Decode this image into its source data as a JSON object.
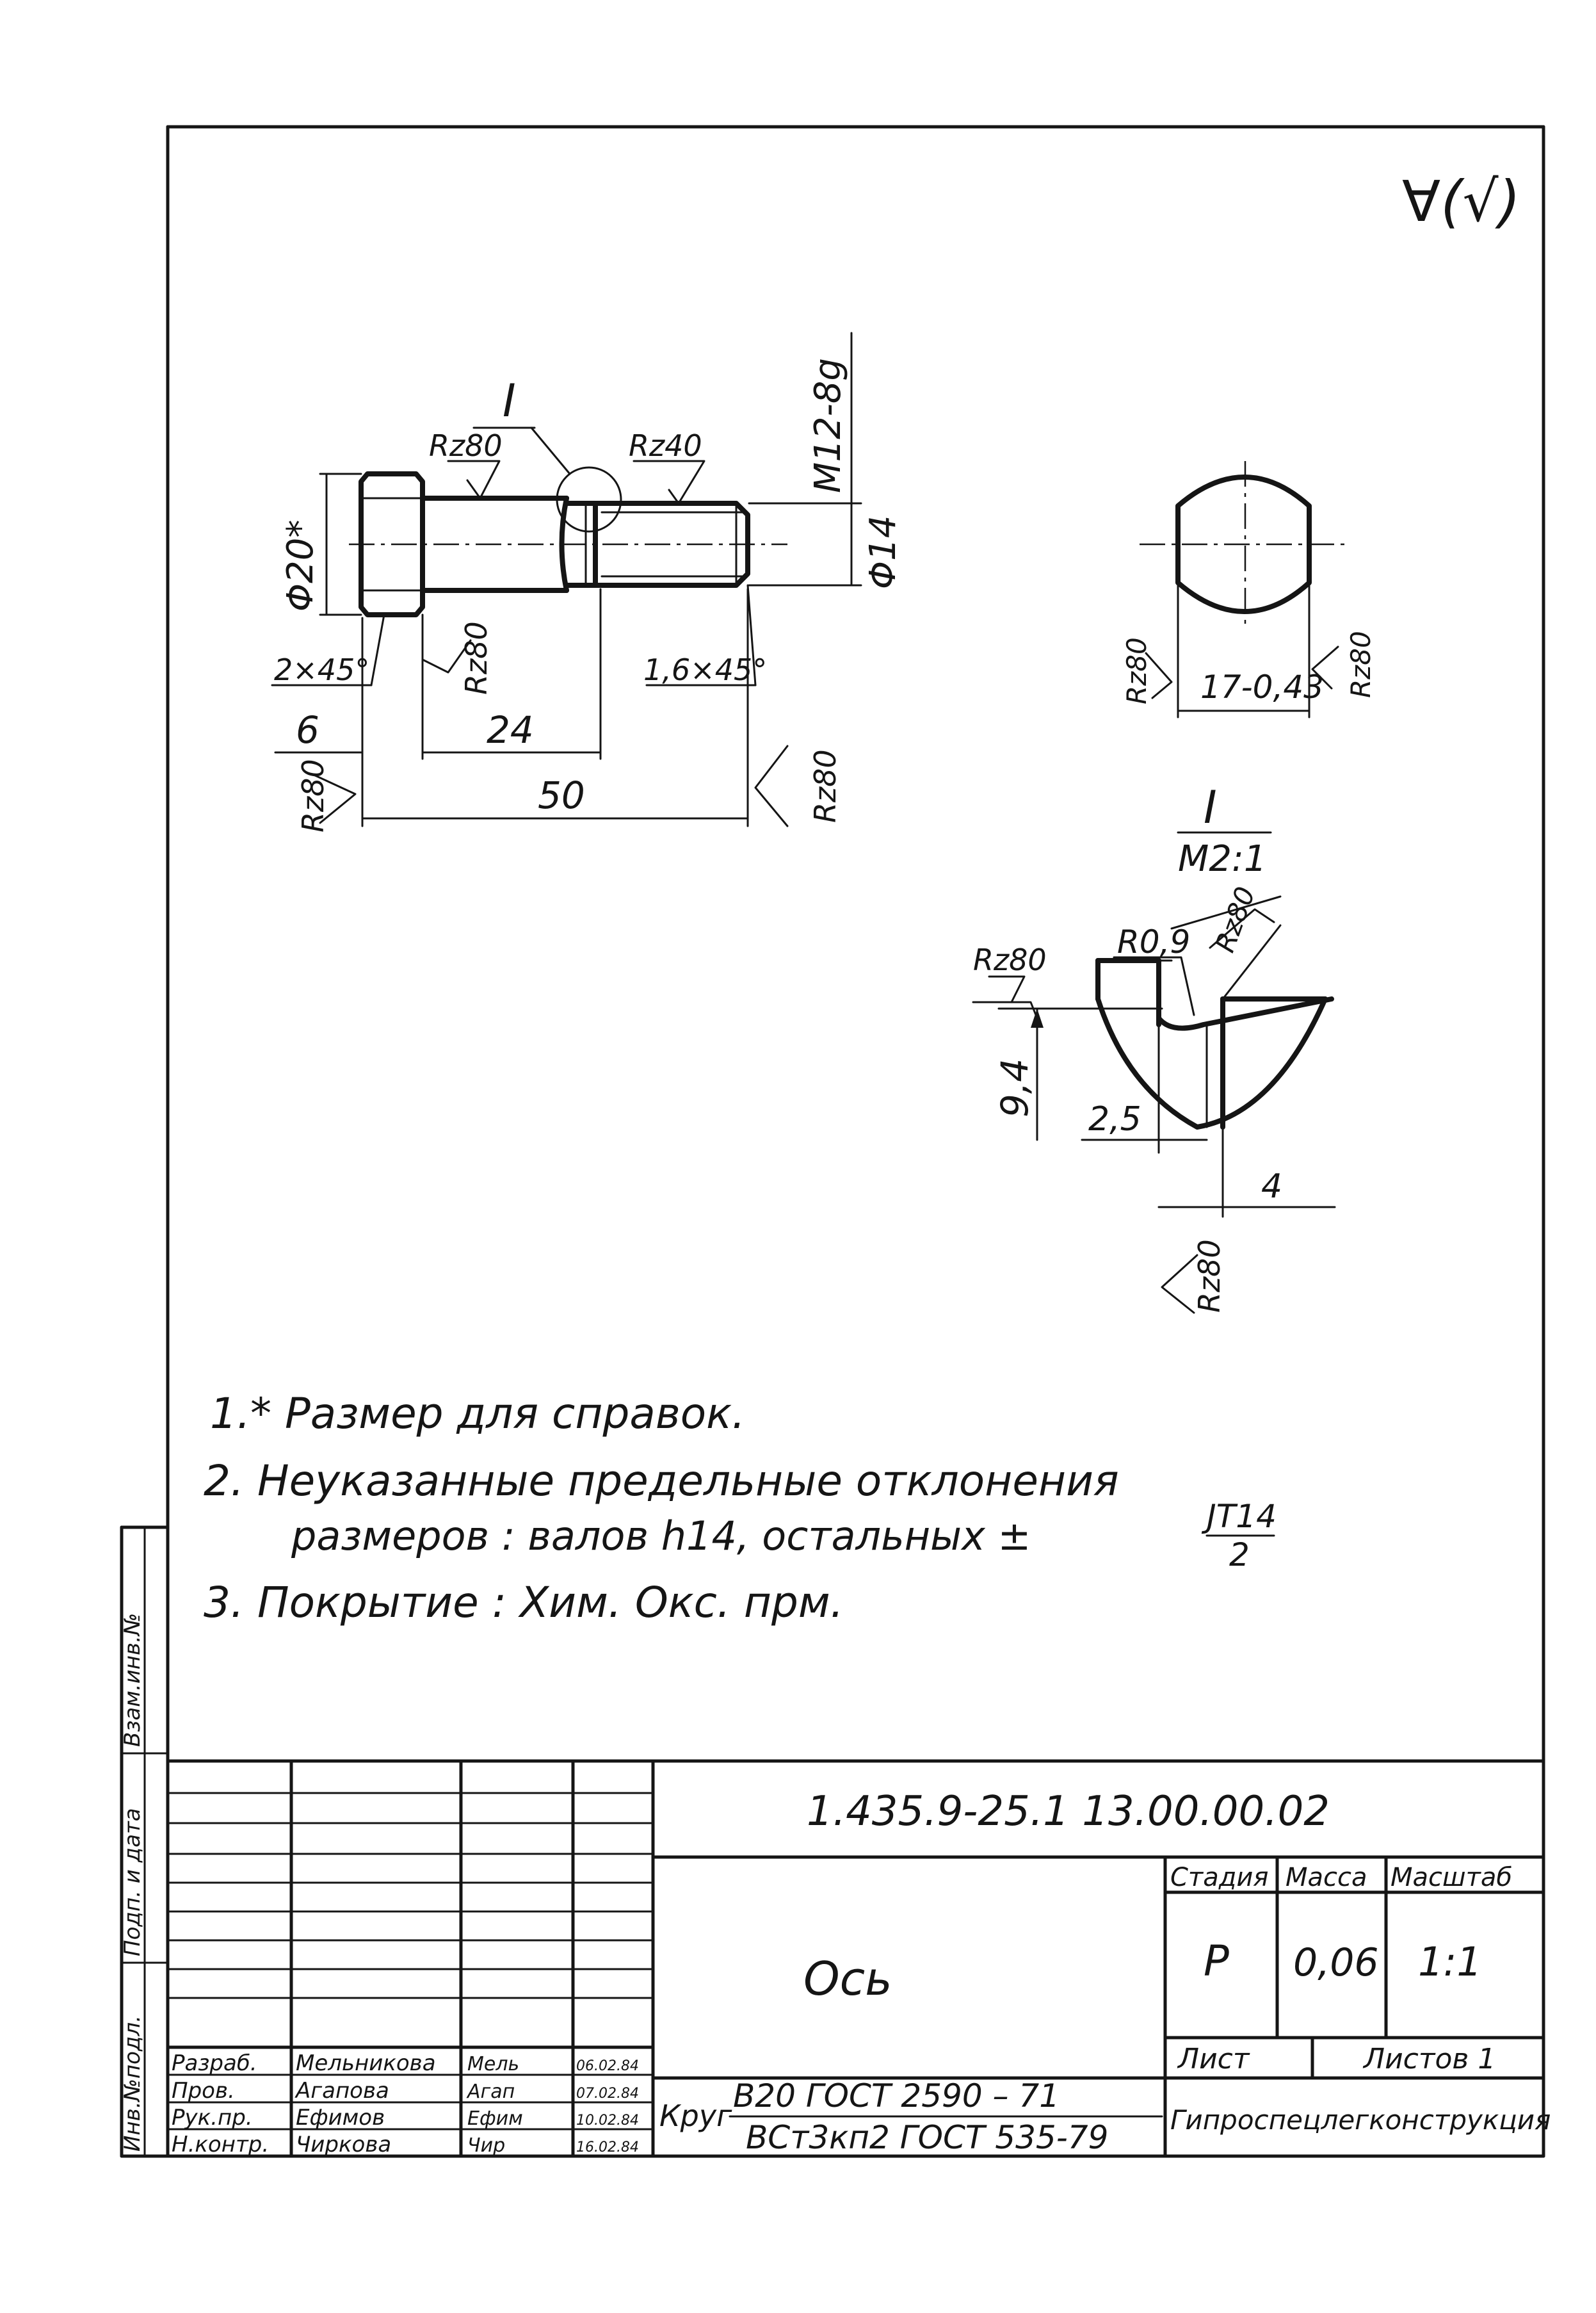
{
  "roughness_default": "∀(√)",
  "drawing": {
    "detail_callout": "I",
    "dims": {
      "rz80_top": "Rz80",
      "rz40": "Rz40",
      "thread": "M12-8g",
      "dia20": "Φ20*",
      "dia14": "Φ14",
      "chamfer_head": "2×45°",
      "rz80_head": "Rz80",
      "chamfer_thread": "1,6×45°",
      "len6": "6",
      "len24": "24",
      "len50": "50",
      "rz80_left": "Rz80",
      "rz80_right": "Rz80"
    },
    "end_view": {
      "rz80_left": "Rz80",
      "width": "17-0,43",
      "rz80_right": "Rz80"
    },
    "detail": {
      "title": "I",
      "scale": "M2:1",
      "radius": "R0,9",
      "rz80_a": "Rz80",
      "rz80_b": "Rz80",
      "depth": "9,4",
      "groove_w": "2,5",
      "groove_l": "4",
      "rz80_bottom": "Rz80"
    }
  },
  "notes": {
    "n1": "1.* Размер для справок.",
    "n2a": "2.  Неуказанные предельные отклонения",
    "n2b": "размеров :   валов  h14, остальных ±",
    "n2_frac_num": "JT14",
    "n2_frac_den": "2",
    "n3": "3.  Покрытие :      Хим.  Окс.  прм."
  },
  "side_stamp": {
    "inv_orig": "Инв.№подл.",
    "sign_date": "Подп. и дата",
    "inv_repl": "Взам.инв.№"
  },
  "title_block": {
    "designation": "1.435.9-25.1  13.00.00.02",
    "part_name": "Ось",
    "stage_label": "Стадия",
    "mass_label": "Масса",
    "scale_label": "Масштаб",
    "stage": "Р",
    "mass": "0,06",
    "scale": "1:1",
    "sheet_label": "Лист",
    "sheets_label": "Листов 1",
    "material_prefix": "Круг",
    "material_top": "В20  ГОСТ  2590 – 71",
    "material_bottom": "ВСт3кп2  ГОСТ 535-79",
    "org": "Гипроспецлегконструкция",
    "rows": [
      {
        "role": "Разраб.",
        "name": "Мельникова",
        "sign": "Мель",
        "date": "06.02.84"
      },
      {
        "role": "Пров.",
        "name": "Агапова",
        "sign": "Агап",
        "date": "07.02.84"
      },
      {
        "role": "Рук.пр.",
        "name": "Ефимов",
        "sign": "Ефим",
        "date": "10.02.84"
      },
      {
        "role": "Н.контр.",
        "name": "Чиркова",
        "sign": "Чир",
        "date": "16.02.84"
      }
    ]
  }
}
